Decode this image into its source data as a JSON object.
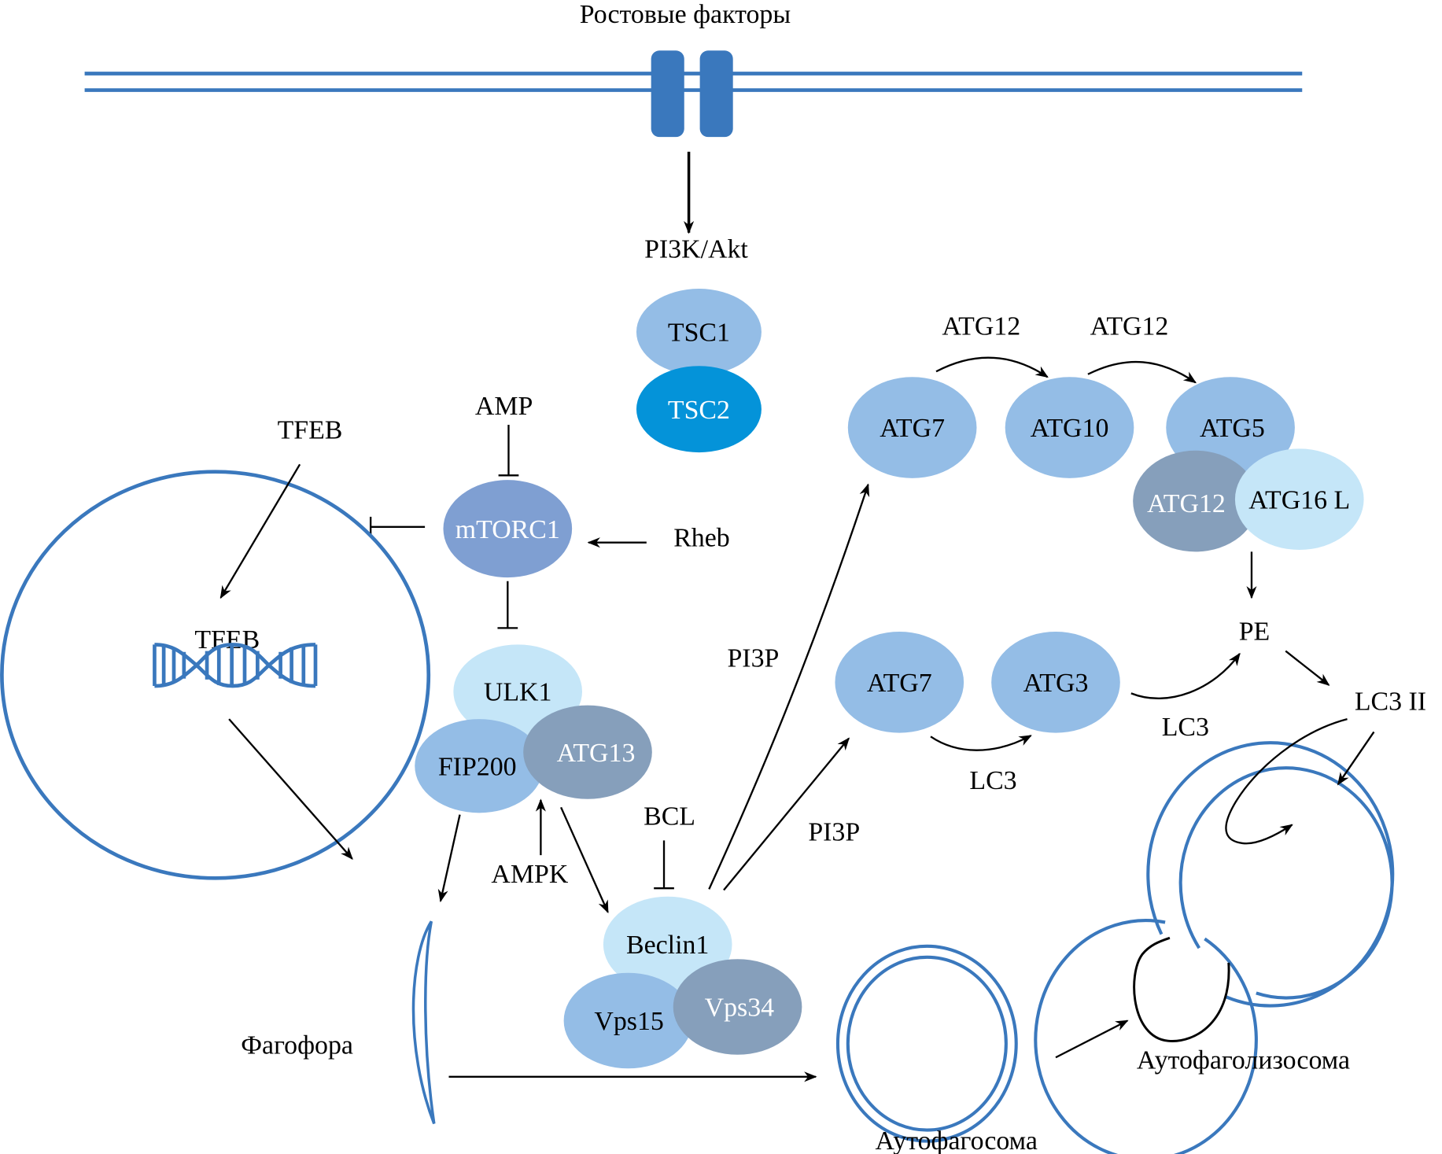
{
  "colors": {
    "membrane": "#3a78bd",
    "light_blue": "#94bde6",
    "pale_blue": "#c5e6f8",
    "slate": "#869fbb",
    "tsc2_blue": "#0493d9",
    "mtorc_blue": "#7f9fd2"
  },
  "labels": {
    "growth_factors": "Ростовые факторы",
    "pi3k_akt": "PI3K/Akt",
    "amp": "AMP",
    "tfeb_outer": "TFEB",
    "tfeb_inner": "TFEB",
    "rheb": "Rheb",
    "ampk": "AMPK",
    "bcl": "BCL",
    "pi3p_upper": "PI3P",
    "pi3p_lower": "PI3P",
    "atg12_top_1": "ATG12",
    "atg12_top_2": "ATG12",
    "lc3_lower": "LC3",
    "lc3_right": "LC3",
    "pe": "PE",
    "lc3_ii": "LC3 II",
    "phagophore": "Фагофора",
    "autophagosome": "Аутофагосома",
    "autophagolysosome": "Аутофаголизосома"
  },
  "proteins": {
    "tsc1": "TSC1",
    "tsc2": "TSC2",
    "mtorc1": "mTORC1",
    "ulk1": "ULK1",
    "fip200": "FIP200",
    "atg13": "ATG13",
    "beclin1": "Beclin1",
    "vps15": "Vps15",
    "vps34": "Vps34",
    "atg7_top": "ATG7",
    "atg10": "ATG10",
    "atg5": "ATG5",
    "atg12_complex": "ATG12",
    "atg16l": "ATG16 L",
    "atg7_mid": "ATG7",
    "atg3": "ATG3"
  }
}
